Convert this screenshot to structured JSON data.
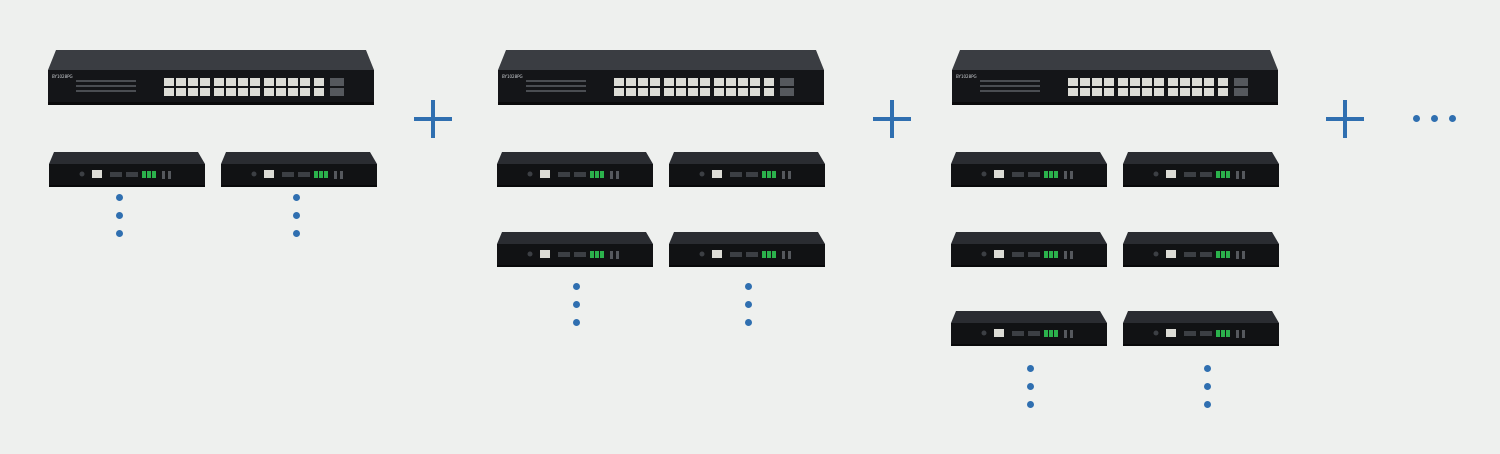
{
  "scene": {
    "background": "#eef0ee",
    "accent": "#2f6fb0",
    "switch_model": "BY1028PG",
    "groups": [
      {
        "switch": "switch",
        "decoder_rows": 1,
        "decoders_per_row": 2,
        "continuation": "vertical-ellipsis"
      },
      {
        "switch": "switch",
        "decoder_rows": 2,
        "decoders_per_row": 2,
        "continuation": "vertical-ellipsis"
      },
      {
        "switch": "switch",
        "decoder_rows": 3,
        "decoders_per_row": 2,
        "continuation": "vertical-ellipsis"
      }
    ],
    "separator_icon": "plus-icon",
    "trailing_icon": "horizontal-ellipsis-icon"
  }
}
